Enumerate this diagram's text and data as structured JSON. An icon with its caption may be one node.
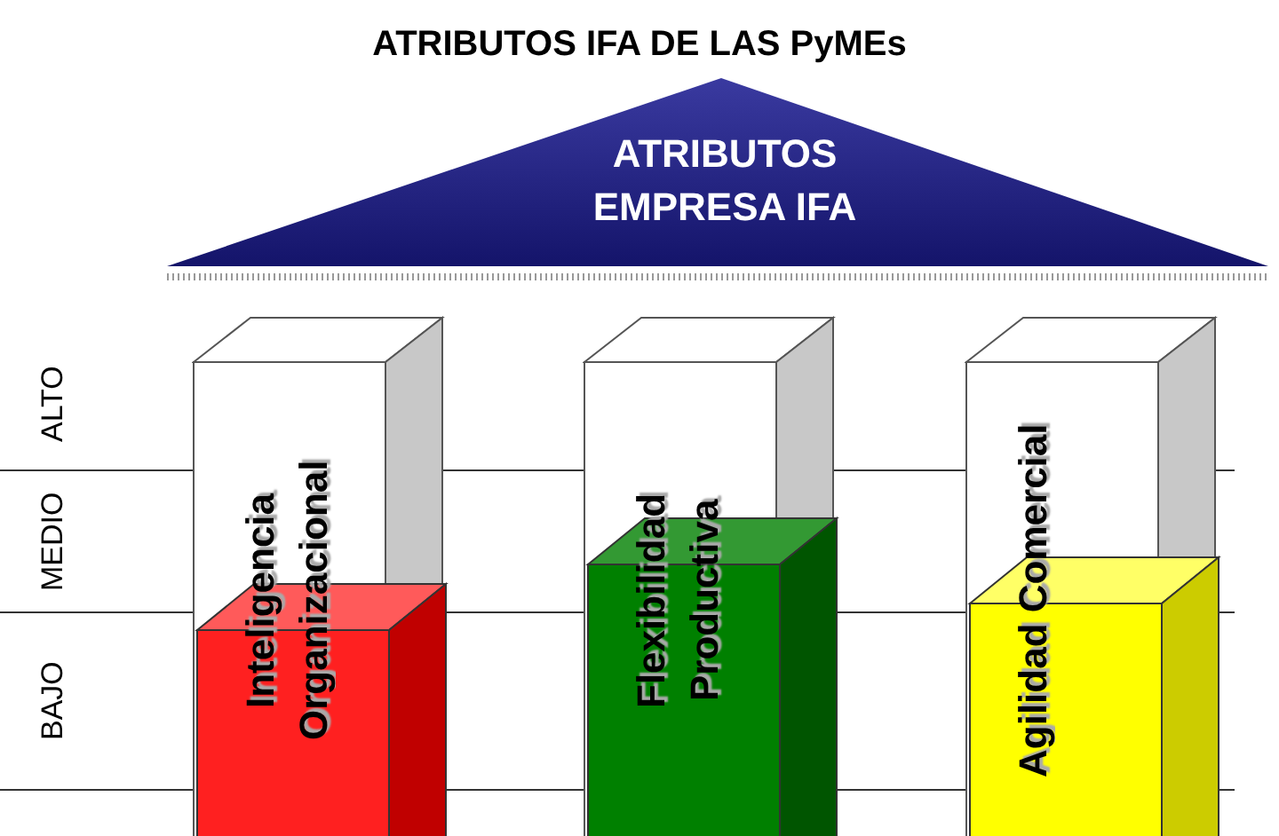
{
  "diagram": {
    "title": "ATRIBUTOS IFA DE LAS PyMEs",
    "nodes": [
      {
        "text": [
          "ATRIBUTOS EMPRESA IFA"
        ]
      },
      {
        "text": [
          "Inteligencia Organizacional"
        ]
      },
      {
        "text": [
          "Flexibilidad Productiva"
        ]
      },
      {
        "text": [
          "Agilidad Comercial"
        ]
      }
    ],
    "labels": [
      "ALTO",
      "MEDIO",
      "BAJO"
    ]
  }
}
